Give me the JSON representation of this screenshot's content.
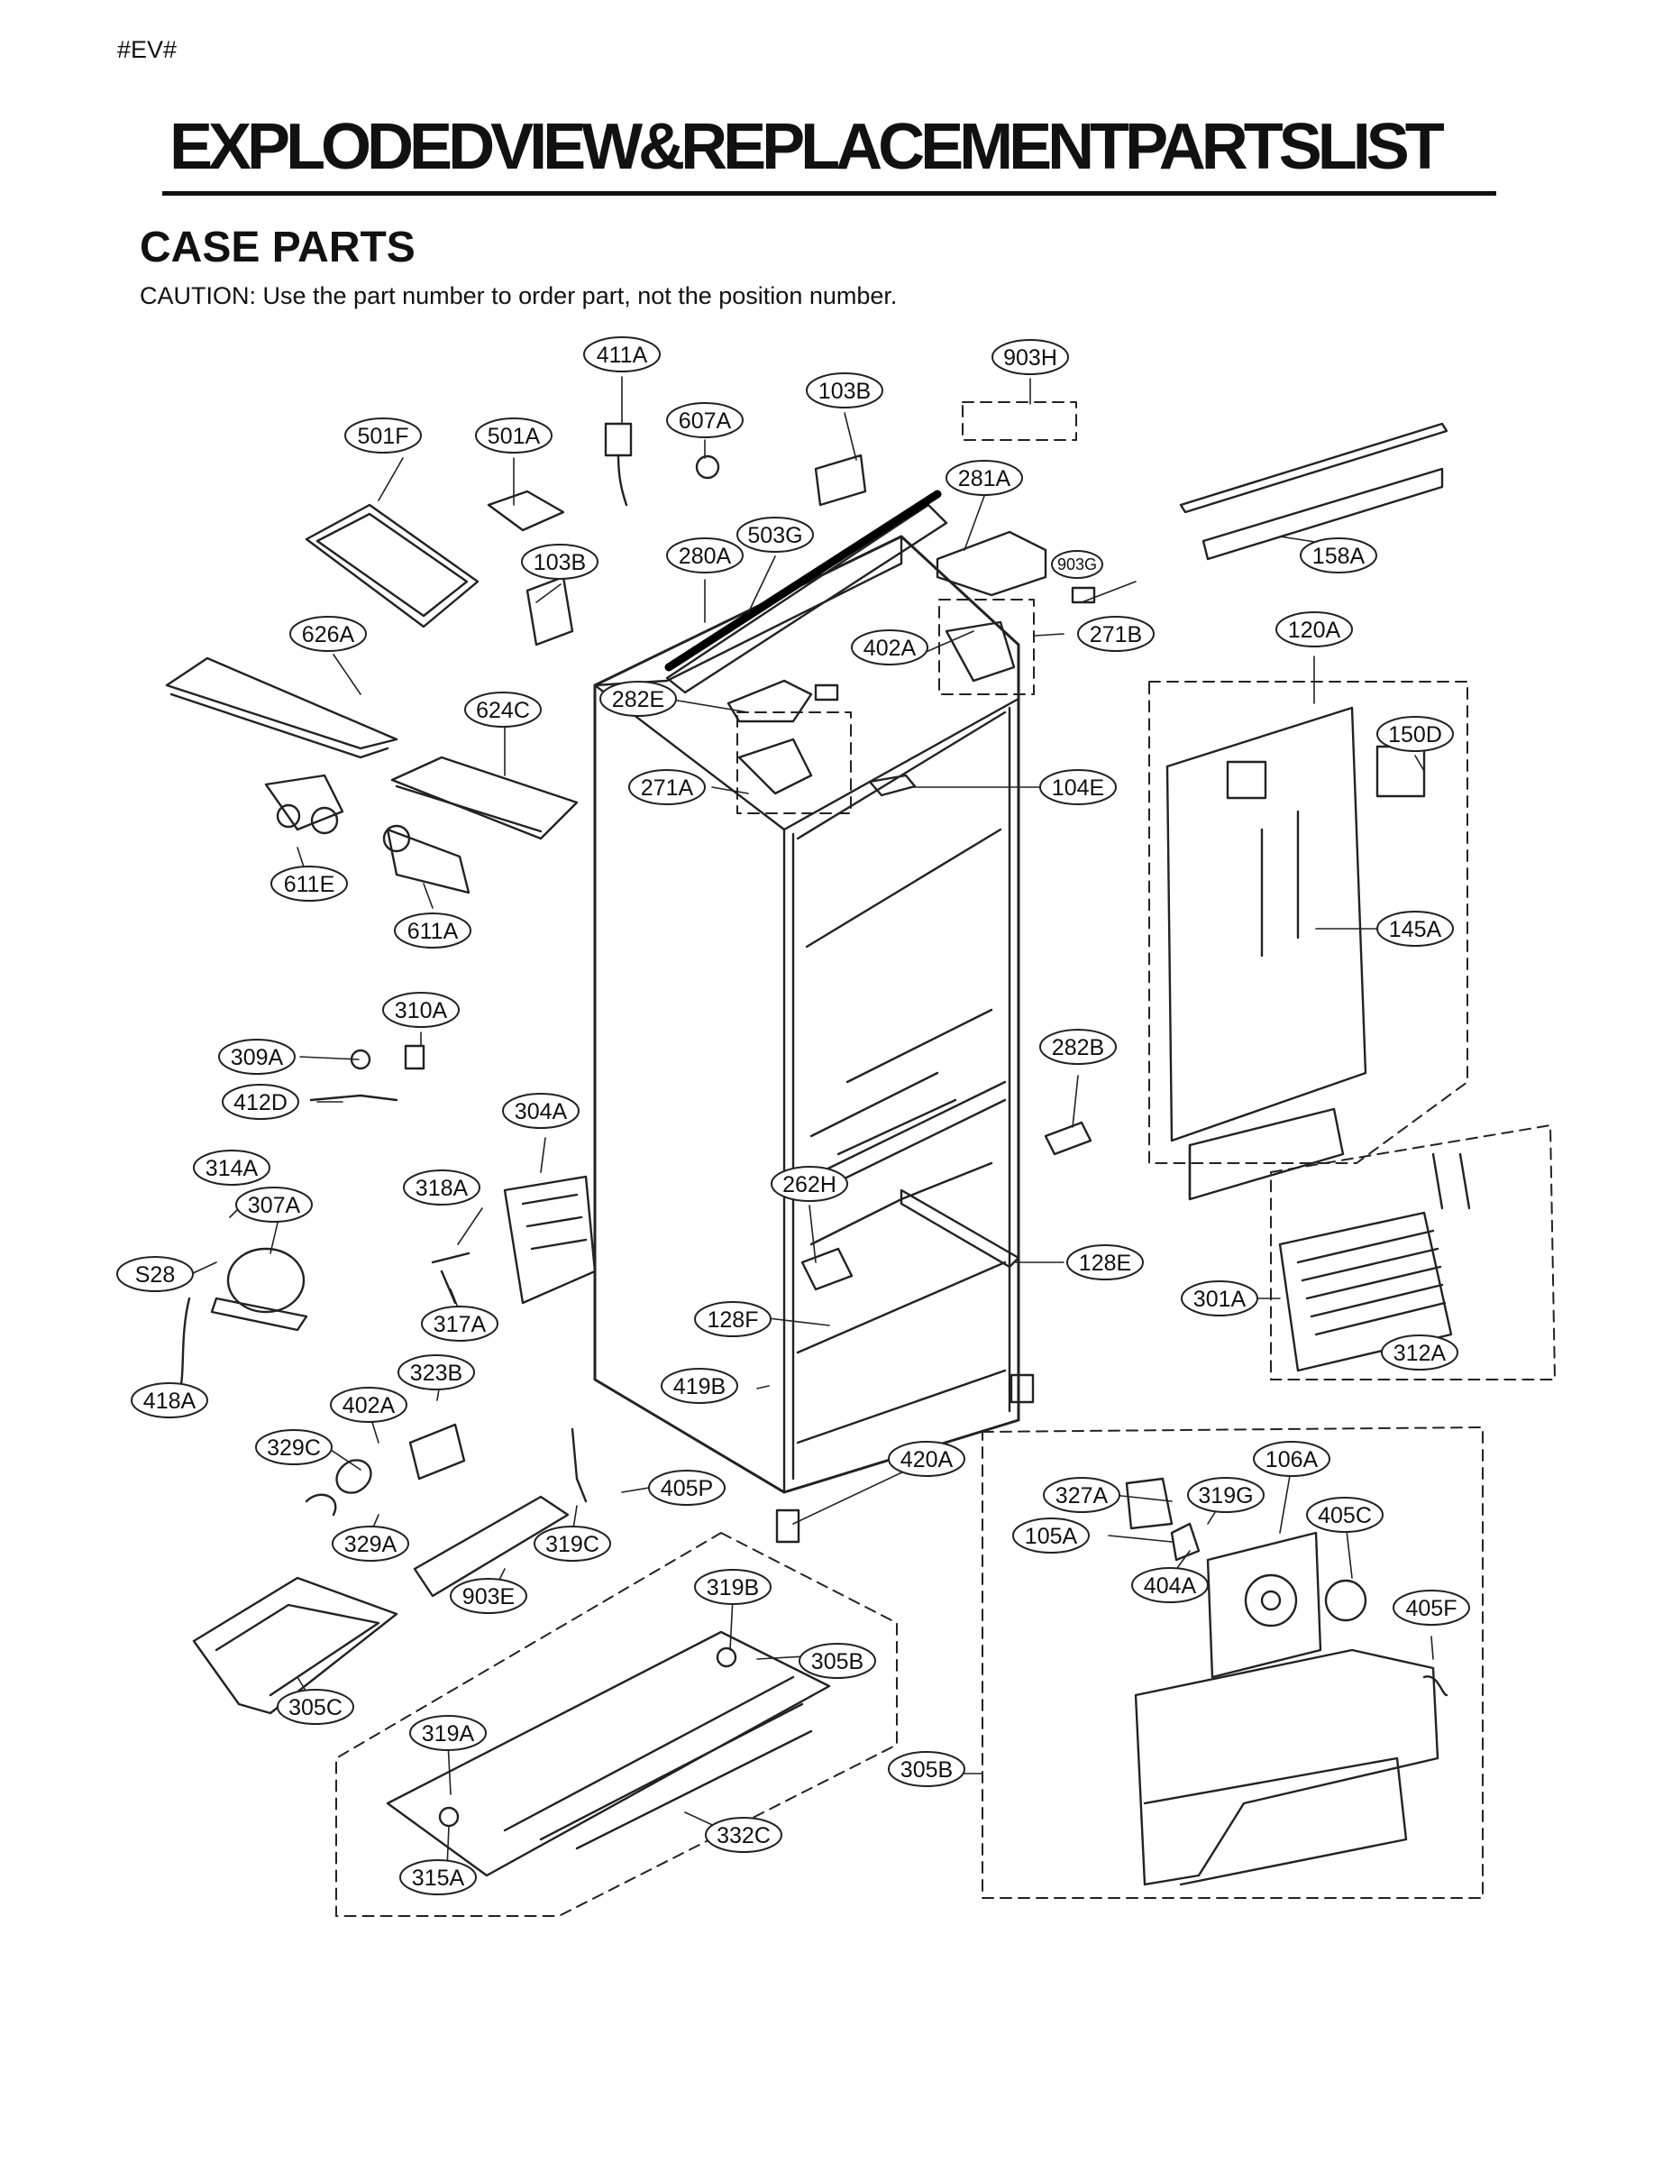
{
  "page_tag": "#EV#",
  "title": "EXPLODEDVIEW&REPLACEMENTPARTSLIST",
  "section": "CASE PARTS",
  "caution": "CAUTION: Use the part number to order part, not the position number.",
  "callouts": [
    "411A",
    "903H",
    "103B",
    "607A",
    "501F",
    "501A",
    "281A",
    "503G",
    "280A",
    "103B",
    "903G",
    "158A",
    "626A",
    "402A",
    "271B",
    "120A",
    "282E",
    "624C",
    "150D",
    "271A",
    "104E",
    "611E",
    "611A",
    "145A",
    "310A",
    "309A",
    "412D",
    "282B",
    "304A",
    "314A",
    "318A",
    "262H",
    "307A",
    "128E",
    "S28",
    "301A",
    "317A",
    "128F",
    "323B",
    "312A",
    "418A",
    "419B",
    "402A",
    "329C",
    "420A",
    "106A",
    "405P",
    "327A",
    "319G",
    "405C",
    "329A",
    "319C",
    "105A",
    "404A",
    "405F",
    "903E",
    "319B",
    "305B",
    "305C",
    "319A",
    "305B",
    "332C",
    "315A",
    "305C"
  ]
}
